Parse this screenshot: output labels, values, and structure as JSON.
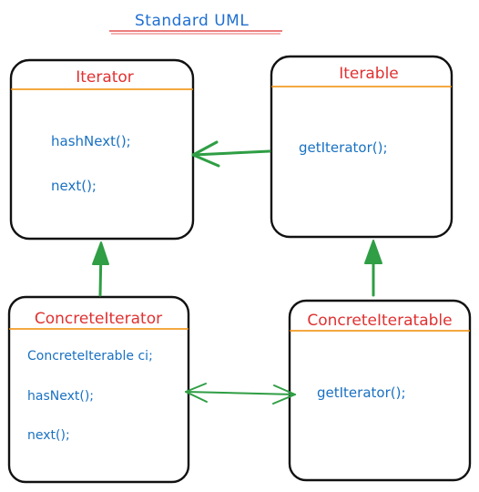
{
  "title": "Standard UML",
  "classes": {
    "iterator": {
      "name": "Iterator",
      "members": [
        "hashNext();",
        "next();"
      ]
    },
    "iterable": {
      "name": "Iterable",
      "members": [
        "getIterator();"
      ]
    },
    "concrete_iterator": {
      "name": "ConcreteIterator",
      "members": [
        "ConcreteIterable ci;",
        "hasNext();",
        "next();"
      ]
    },
    "concrete_iteratable": {
      "name": "ConcreteIteratable",
      "members": [
        "getIterator();"
      ]
    }
  },
  "colors": {
    "title": "#1f6fd1",
    "class_name": "#e03131",
    "member": "#1971c2",
    "divider": "#f08c00",
    "arrow": "#2f9e44",
    "border": "#111111"
  }
}
